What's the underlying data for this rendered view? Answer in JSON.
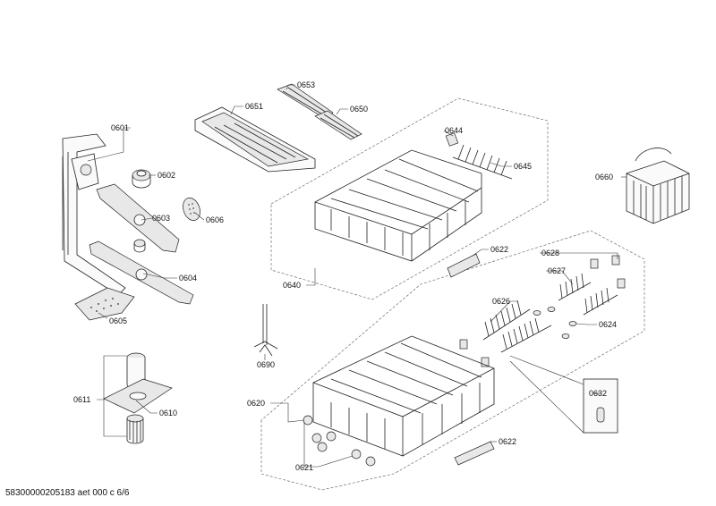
{
  "parts": [
    {
      "id": "0601",
      "text": "0601"
    },
    {
      "id": "0602",
      "text": "0602"
    },
    {
      "id": "0603",
      "text": "0603"
    },
    {
      "id": "0604",
      "text": "0604"
    },
    {
      "id": "0605",
      "text": "0605"
    },
    {
      "id": "0606",
      "text": "0606"
    },
    {
      "id": "0610",
      "text": "0610"
    },
    {
      "id": "0611",
      "text": "0611"
    },
    {
      "id": "0620",
      "text": "0620"
    },
    {
      "id": "0621",
      "text": "0621"
    },
    {
      "id": "0622a",
      "text": "0622"
    },
    {
      "id": "0622b",
      "text": "0622"
    },
    {
      "id": "0624",
      "text": "0624"
    },
    {
      "id": "0626",
      "text": "0626"
    },
    {
      "id": "0627",
      "text": "0627"
    },
    {
      "id": "0628",
      "text": "0628"
    },
    {
      "id": "0632",
      "text": "0632"
    },
    {
      "id": "0640",
      "text": "0640"
    },
    {
      "id": "0644",
      "text": "0644"
    },
    {
      "id": "0645",
      "text": "0645"
    },
    {
      "id": "0650",
      "text": "0650"
    },
    {
      "id": "0651",
      "text": "0651"
    },
    {
      "id": "0653",
      "text": "0653"
    },
    {
      "id": "0660",
      "text": "0660"
    },
    {
      "id": "0690",
      "text": "0690"
    }
  ],
  "footer": "58300000205183 aet 000 c 6/6"
}
